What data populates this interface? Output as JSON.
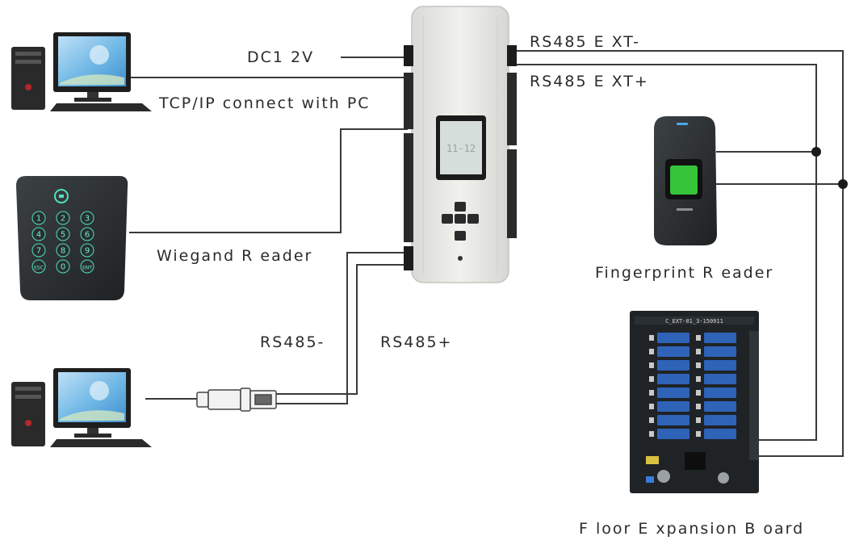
{
  "labels": {
    "dc12v": "DC1 2V",
    "tcpip": "TCP/IP  connect with PC",
    "rs485_ext_minus": "RS485 E XT-",
    "rs485_ext_plus": "RS485 E XT+",
    "wiegand_reader": "Wiegand R eader",
    "rs485_minus": "RS485-",
    "rs485_plus": "RS485+",
    "fingerprint_reader": "Fingerprint R eader",
    "floor_expansion_board": "F loor E xpansion B oard"
  },
  "keypad": {
    "keys": [
      "1",
      "2",
      "3",
      "4",
      "5",
      "6",
      "7",
      "8",
      "9",
      "ESC",
      "0",
      "ENT"
    ]
  },
  "board_header": "C_EXT-01_3-150911",
  "colors": {
    "wire": "#3a3a3a",
    "controller_body": "#e9e9e6",
    "reader_body": "#2e3234",
    "fingerprint_sensor": "#35c33a",
    "board_pcb": "#1f2326",
    "relay_blue": "#2e63b8"
  }
}
